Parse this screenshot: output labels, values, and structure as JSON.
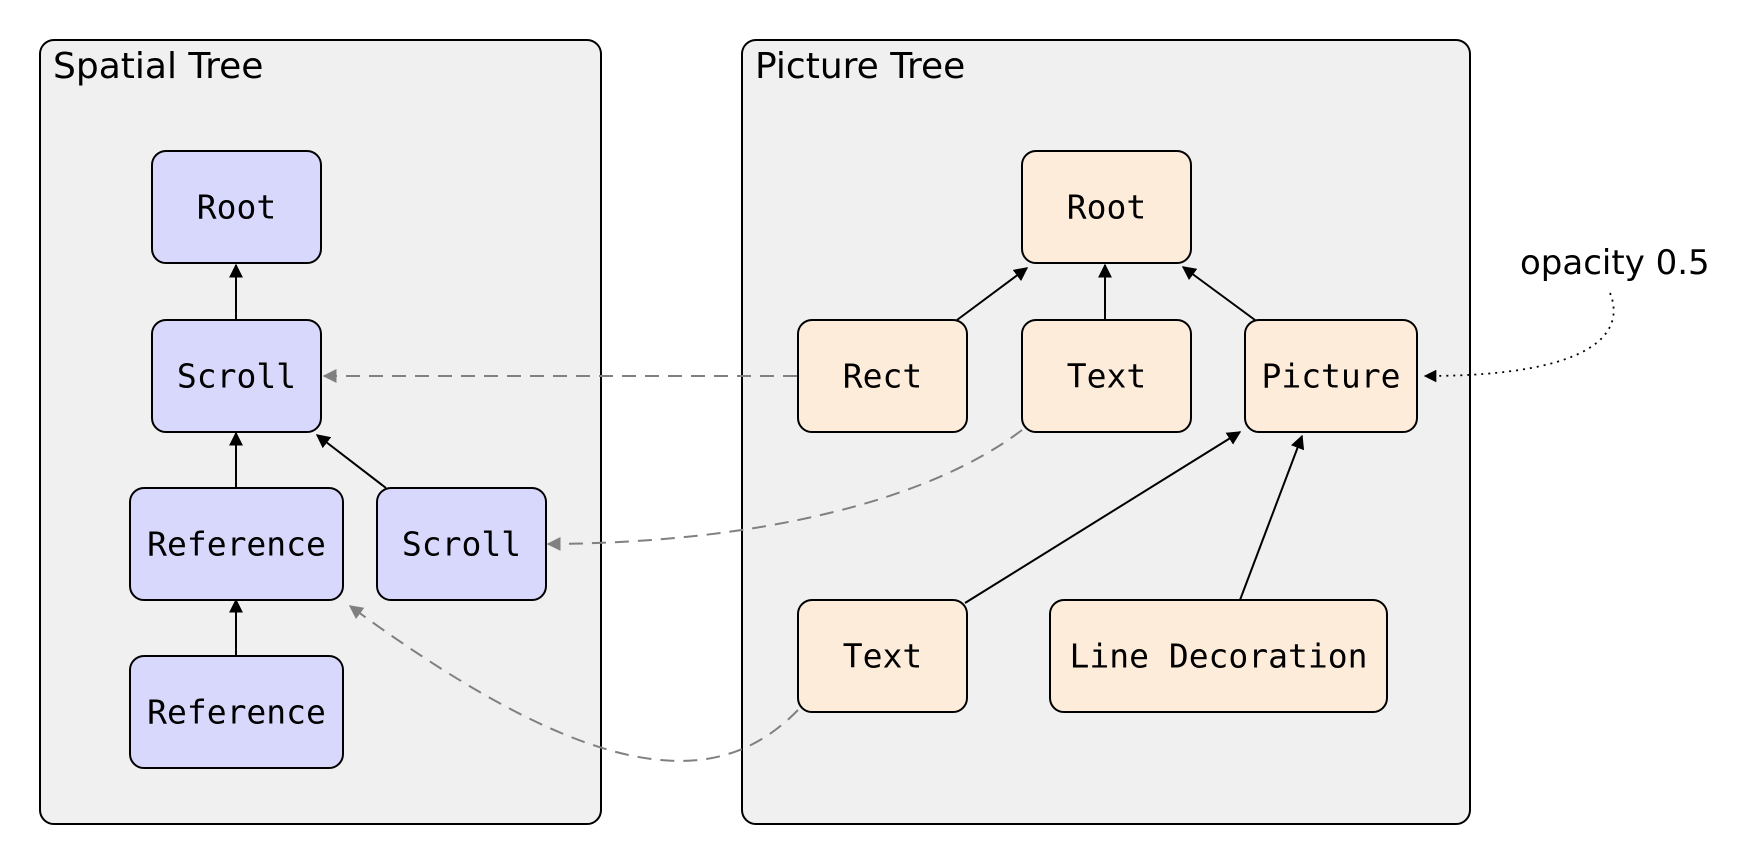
{
  "spatial_tree": {
    "title": "Spatial Tree",
    "nodes": {
      "root": "Root",
      "scroll_1": "Scroll",
      "reference_1": "Reference",
      "scroll_2": "Scroll",
      "reference_2": "Reference"
    }
  },
  "picture_tree": {
    "title": "Picture Tree",
    "nodes": {
      "root": "Root",
      "rect": "Rect",
      "text_1": "Text",
      "picture": "Picture",
      "text_2": "Text",
      "line_decoration": "Line Decoration"
    }
  },
  "annotation": {
    "opacity_label": "opacity 0.5"
  },
  "colors": {
    "panel_fill": "#f0f0f0",
    "spatial_node_fill": "#d8d8fc",
    "picture_node_fill": "#feecdb",
    "tree_edge": "#000000",
    "cross_reference_edge": "#808080"
  }
}
